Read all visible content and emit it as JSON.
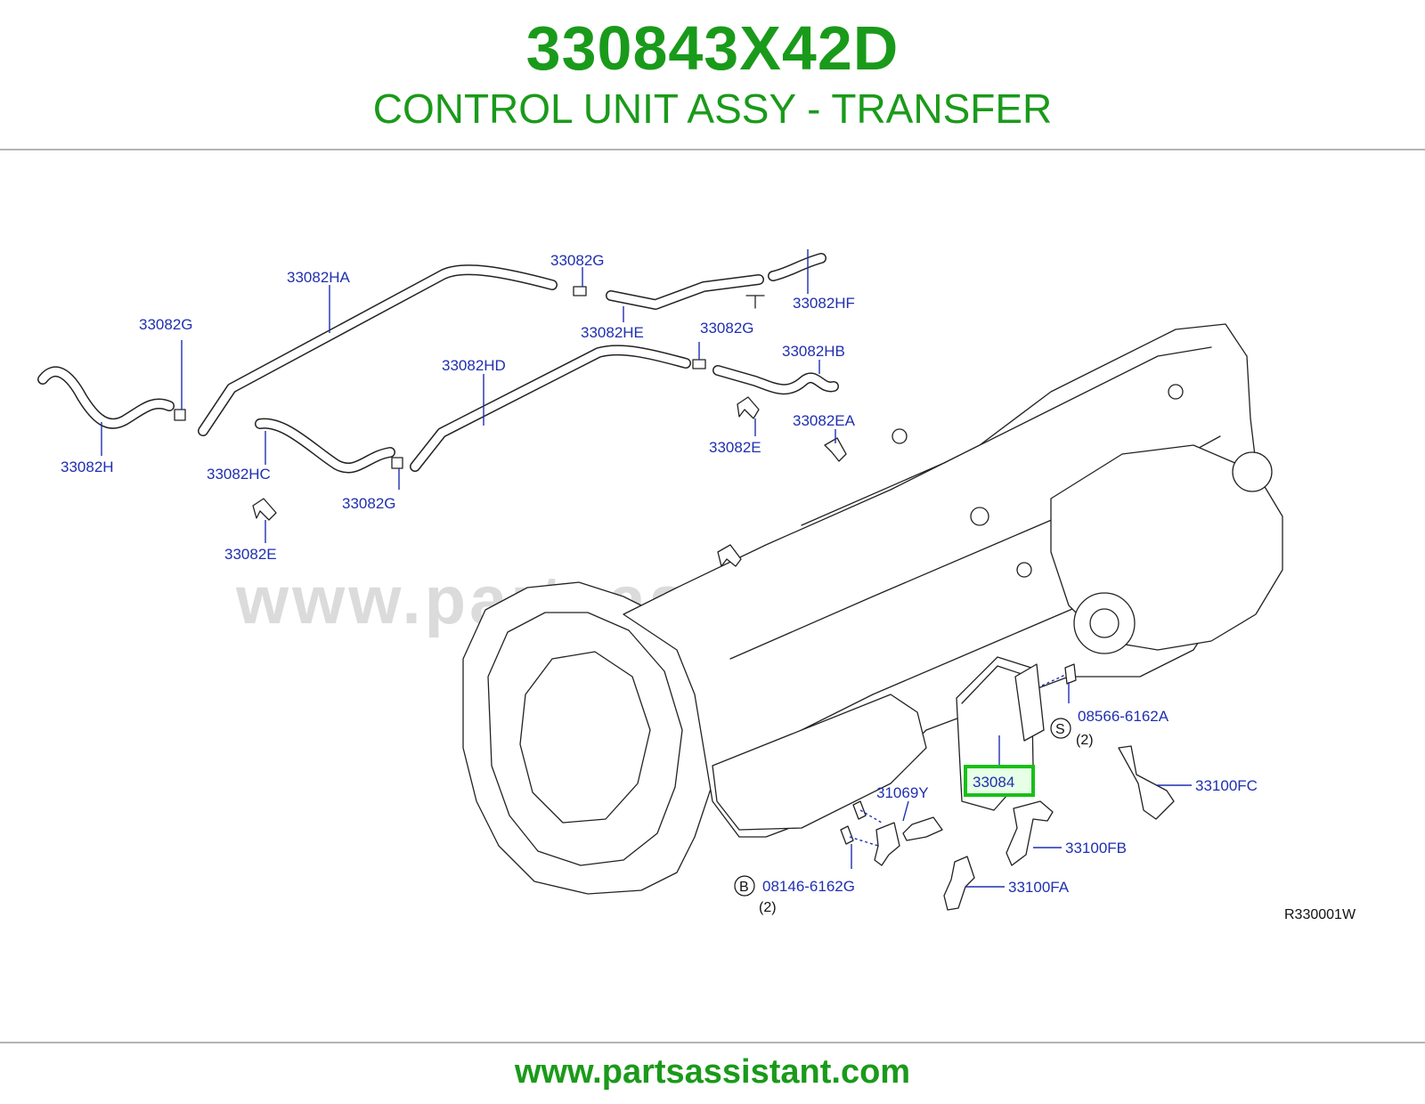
{
  "header": {
    "part_number": "330843X42D",
    "part_title": "CONTROL UNIT ASSY - TRANSFER"
  },
  "diagram": {
    "watermark": "www.partsassistant.com",
    "reference_code": "R330001W",
    "highlighted_part": "33084",
    "callouts": {
      "c_33082HA": "33082HA",
      "c_33082G_top": "33082G",
      "c_33082HF": "33082HF",
      "c_33082G_left": "33082G",
      "c_33082HE": "33082HE",
      "c_33082G_mid": "33082G",
      "c_33082HD": "33082HD",
      "c_33082HB": "33082HB",
      "c_33082H": "33082H",
      "c_33082HC": "33082HC",
      "c_33082E_right": "33082E",
      "c_33082EA": "33082EA",
      "c_33082G_low": "33082G",
      "c_33082E_left": "33082E",
      "c_08566": "08566-6162A",
      "c_08566_qty": "(2)",
      "c_08566_badge": "S",
      "c_33084": "33084",
      "c_33100FC": "33100FC",
      "c_31069Y": "31069Y",
      "c_33100FB": "33100FB",
      "c_08146": "08146-6162G",
      "c_08146_qty": "(2)",
      "c_08146_badge": "B",
      "c_33100FA": "33100FA"
    }
  },
  "footer": {
    "url": "www.partsassistant.com"
  },
  "colors": {
    "brand_green": "#1a9a1a",
    "callout_blue": "#1f2fb0",
    "highlight_green": "#18c018"
  }
}
